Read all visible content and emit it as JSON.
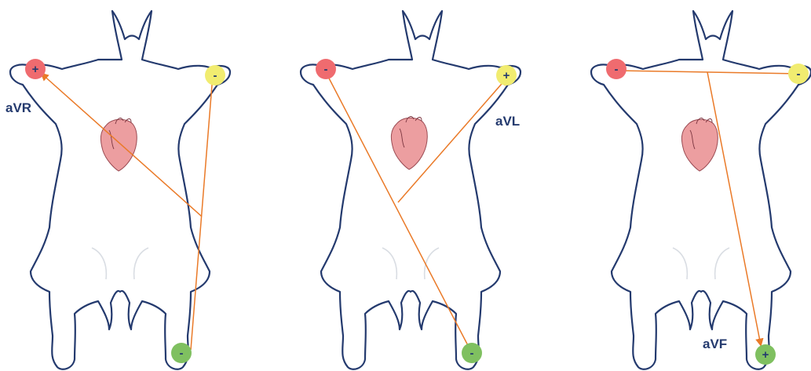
{
  "colors": {
    "outline": "#243a6e",
    "lead_line": "#ea7a28",
    "electrode_red": "#ef6b6f",
    "electrode_yellow": "#f1ec70",
    "electrode_green": "#7fc060",
    "label": "#243a6e",
    "heart": "#ec9ea0"
  },
  "panels": [
    {
      "label": "aVR",
      "electrodes": {
        "right_arm": "+",
        "left_arm": "-",
        "left_leg": "-"
      }
    },
    {
      "label": "aVL",
      "electrodes": {
        "right_arm": "-",
        "left_arm": "+",
        "left_leg": "-"
      }
    },
    {
      "label": "aVF",
      "electrodes": {
        "right_arm": "-",
        "left_arm": "-",
        "left_leg": "+"
      }
    }
  ],
  "icons": [
    "dog-outline",
    "heart-icon",
    "electrode-marker",
    "lead-vector-arrow"
  ]
}
